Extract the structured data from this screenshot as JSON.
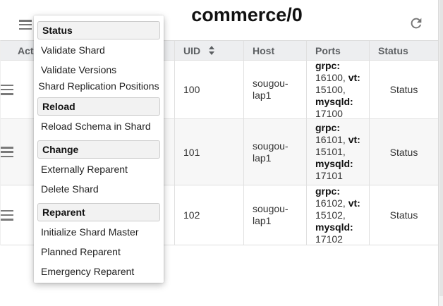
{
  "header": {
    "title": "commerce/0",
    "menu_icon": "hamburger-icon",
    "refresh_icon": "refresh-icon"
  },
  "menu": {
    "sections": [
      {
        "header": "Status",
        "items": [
          {
            "label": "Validate Shard"
          },
          {
            "label": "Validate Versions"
          },
          {
            "label": "Shard Replication Positions",
            "centered": true
          }
        ]
      },
      {
        "header": "Reload",
        "items": [
          {
            "label": "Reload Schema in Shard"
          }
        ]
      },
      {
        "header": "Change",
        "items": [
          {
            "label": "Externally Reparent"
          },
          {
            "label": "Delete Shard"
          }
        ]
      },
      {
        "header": "Reparent",
        "items": [
          {
            "label": "Initialize Shard Master"
          },
          {
            "label": "Planned Reparent"
          },
          {
            "label": "Emergency Reparent"
          }
        ]
      }
    ]
  },
  "table": {
    "columns": [
      "Action",
      "",
      "UID",
      "Host",
      "Ports",
      "Status"
    ],
    "sort_column": "UID",
    "rows": [
      {
        "uid": "100",
        "host": "sougou-lap1",
        "ports": [
          {
            "label": "grpc:",
            "value": "16100,"
          },
          {
            "label": "vt:",
            "value": "15100,"
          },
          {
            "label": "mysqld:",
            "value": "17100"
          }
        ],
        "status": "Status"
      },
      {
        "uid": "101",
        "host": "sougou-lap1",
        "ports": [
          {
            "label": "grpc:",
            "value": "16101,"
          },
          {
            "label": "vt:",
            "value": "15101,"
          },
          {
            "label": "mysqld:",
            "value": "17101"
          }
        ],
        "status": "Status"
      },
      {
        "uid": "102",
        "host": "sougou-lap1",
        "ports": [
          {
            "label": "grpc:",
            "value": "16102,"
          },
          {
            "label": "vt:",
            "value": "15102,"
          },
          {
            "label": "mysqld:",
            "value": "17102"
          }
        ],
        "status": "Status"
      }
    ]
  },
  "icons": {
    "row_action": "hamburger-icon",
    "uid_sort": "sort-arrows-icon"
  },
  "colors": {
    "table_header_bg": "#edeef0",
    "row_alt_bg": "#f7f7f7",
    "border": "#e0e0e0",
    "icon_gray": "#757575",
    "menu_header_bg": "#f2f2f2",
    "menu_header_border": "#cccccc",
    "text": "#333333"
  }
}
